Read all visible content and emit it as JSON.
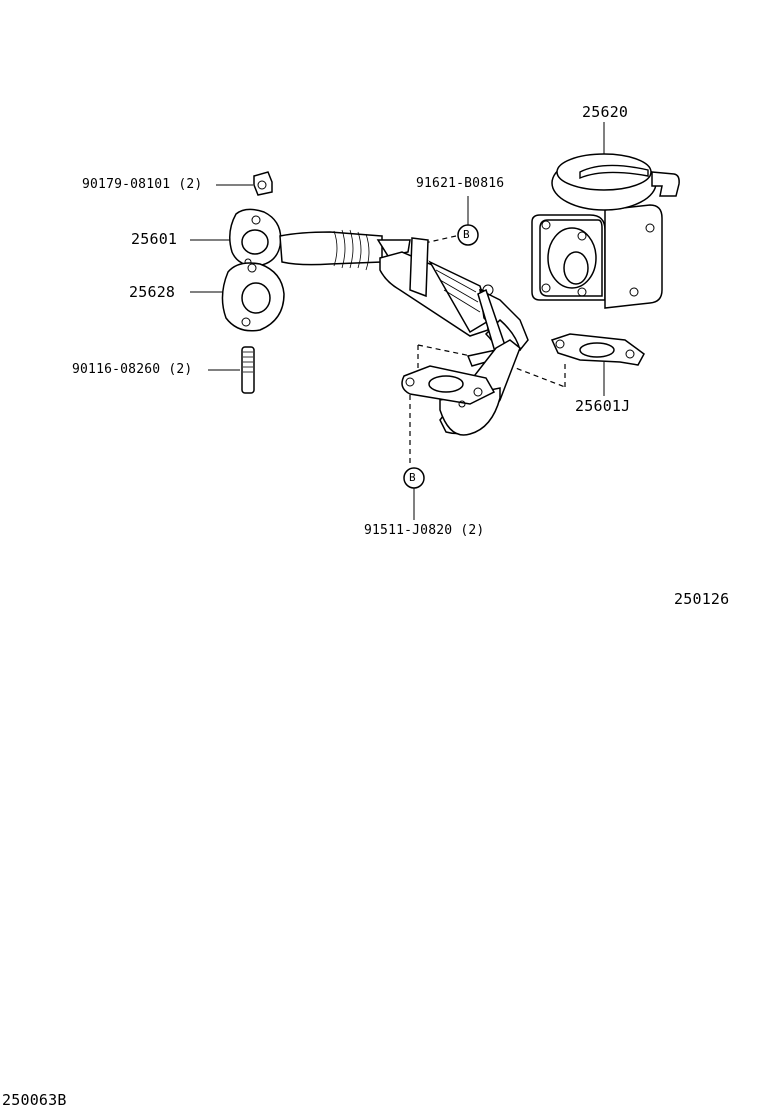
{
  "callouts": {
    "p25620": "25620",
    "p90179": "90179-08101 (2)",
    "p91621": "91621-B0816",
    "p25601": "25601",
    "p25628": "25628",
    "p90116": "90116-08260 (2)",
    "p25601J": "25601J",
    "p91511": "91511-J0820 (2)",
    "markerB1": "B",
    "markerB2": "B"
  },
  "illustration_number": "250126",
  "page_code": "250063B"
}
